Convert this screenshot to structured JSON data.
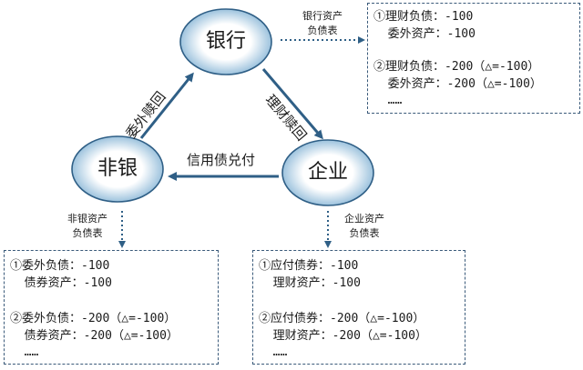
{
  "nodes": {
    "bank": "银行",
    "nonbank": "非银",
    "enterprise": "企业"
  },
  "edges": {
    "bank_to_enterprise": "理财赎回",
    "nonbank_to_bank": "委外赎回",
    "enterprise_to_nonbank": "信用债兑付"
  },
  "sheets": {
    "bank": {
      "caption": [
        "银行资产",
        "负债表"
      ],
      "lines": [
        "①理财负债：-100",
        "  委外资产：-100",
        "②理财负债：-200（△=-100）",
        "  委外资产：-200（△=-100）",
        "  ……"
      ]
    },
    "nonbank": {
      "caption": [
        "非银资产",
        "负债表"
      ],
      "lines": [
        "①委外负债：-100",
        "  债券资产：-100",
        "②委外负债：-200（△=-100）",
        "  债券资产：-200（△=-100）",
        "  ……"
      ]
    },
    "enterprise": {
      "caption": [
        "企业资产",
        "负债表"
      ],
      "lines": [
        "①应付债券：-100",
        "  理财资产：-100",
        "②应付债券：-200（△=-100）",
        "  理财资产：-200（△=-100）",
        "  ……"
      ]
    }
  },
  "colors": {
    "node_fill_center": "#ffffff",
    "node_fill_edge": "#9cc2dd",
    "node_stroke": "#2f5f86",
    "arrow": "#2f5f86",
    "box_border": "#3a5a7a"
  }
}
